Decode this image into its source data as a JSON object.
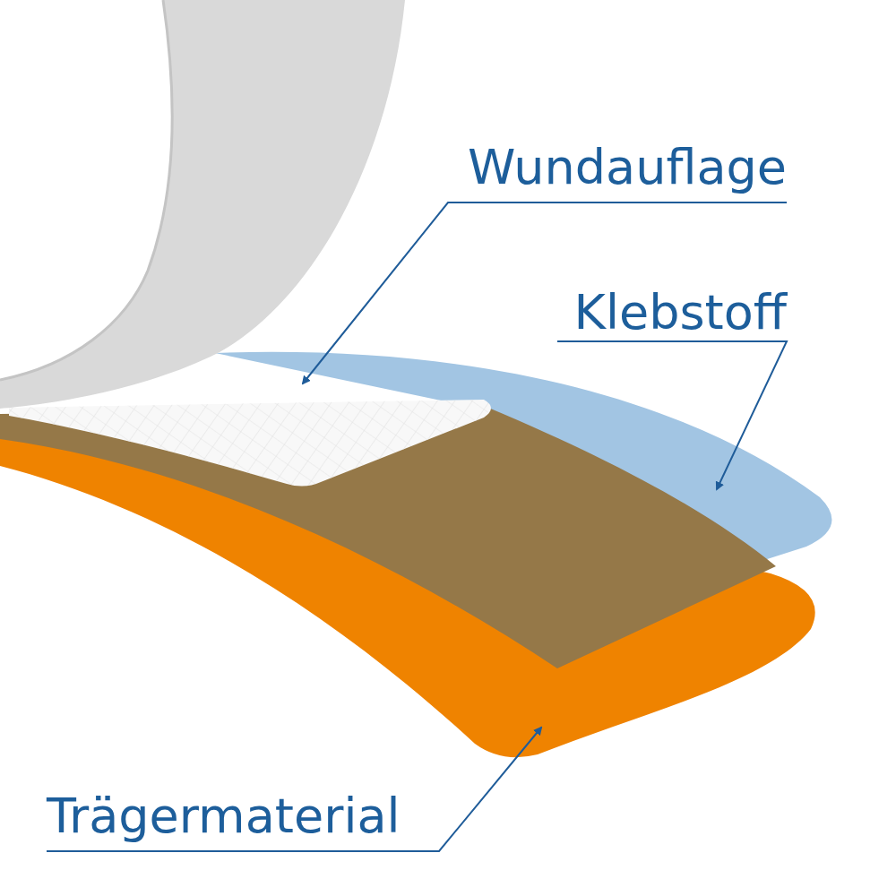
{
  "diagram": {
    "labels": [
      "Wundauflage",
      "Klebstoff",
      "Trägermaterial"
    ]
  }
}
